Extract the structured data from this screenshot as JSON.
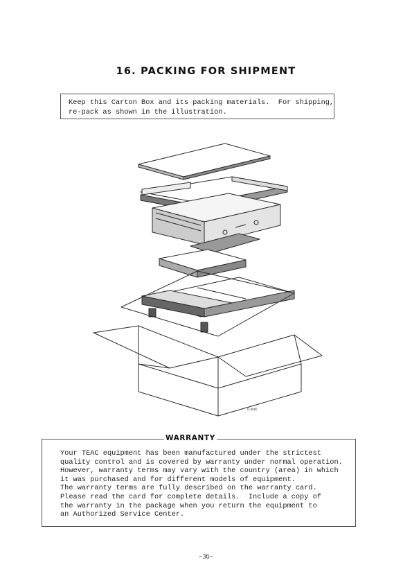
{
  "page": {
    "title": "16. PACKING FOR SHIPMENT",
    "notice_lines": [
      "Keep this Carton Box and its packing materials.  For shipping,",
      "re-pack as shown in the illustration."
    ],
    "illustration_code": "D-0985",
    "warranty_title": "WARRANTY",
    "warranty_lines": [
      "Your TEAC equipment has been manufactured under the strictest",
      "quality control and is covered by warranty under normal operation.",
      "However, warranty terms may vary with the country (area) in which",
      "it was purchased and for different models of equipment.",
      "The warranty terms are fully described on the warranty card.",
      "Please read the card for complete details.  Include a copy of",
      "the warranty in the package when you return the equipment to",
      "an Authorized Service Center."
    ],
    "page_number": "−36−"
  }
}
